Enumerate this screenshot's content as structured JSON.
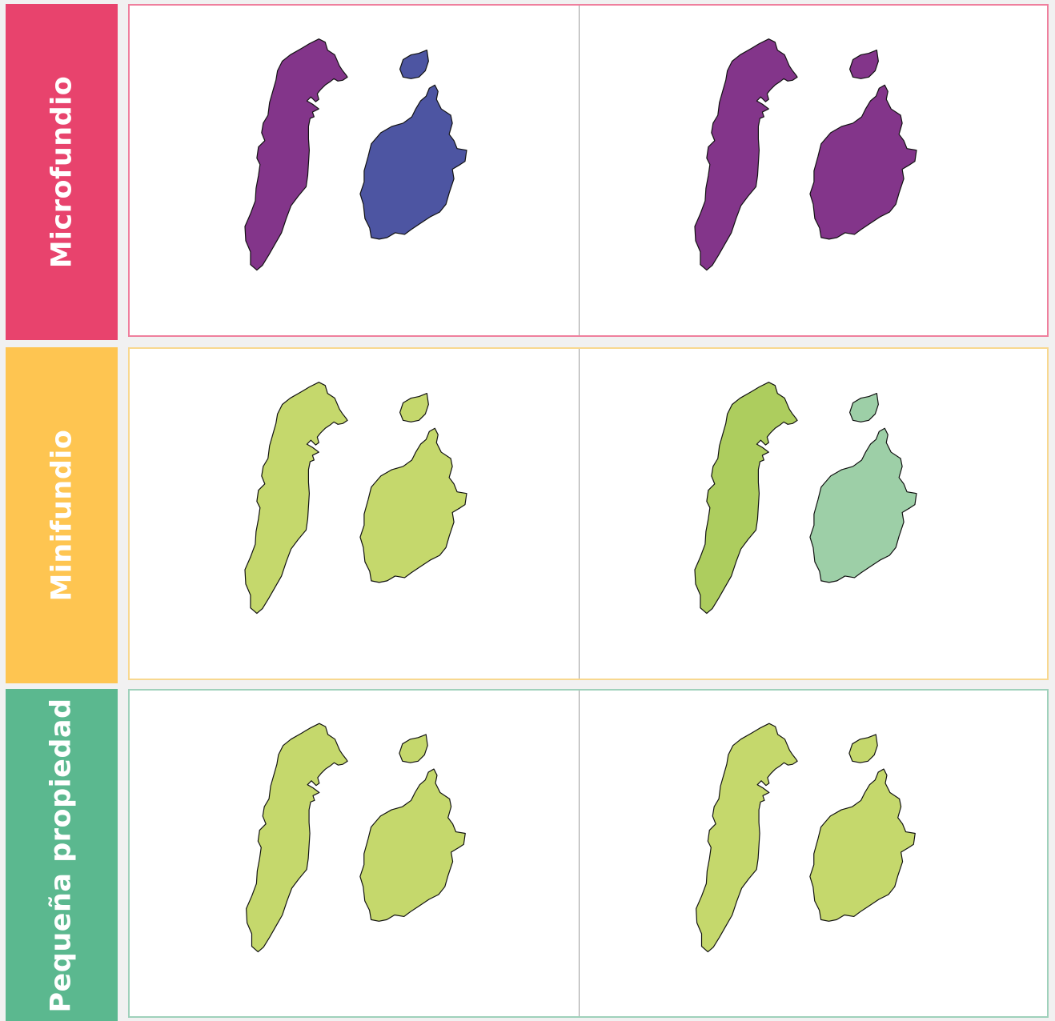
{
  "rows": [
    {
      "label": "Microfundio",
      "label_color": "#e8436d",
      "border_color": "#ef7f9d",
      "maps": [
        {
          "island_west_color": "#83358a",
          "island_east_color": "#4d55a2"
        },
        {
          "island_west_color": "#83358a",
          "island_east_color": "#83358a"
        }
      ]
    },
    {
      "label": "Minifundio",
      "label_color": "#fec551",
      "border_color": "#f8d88f",
      "maps": [
        {
          "island_west_color": "#c5d86c",
          "island_east_color": "#c5d86c"
        },
        {
          "island_west_color": "#adcd5e",
          "island_east_color": "#9dcfa7"
        }
      ]
    },
    {
      "label": "Pequeña propiedad",
      "label_color": "#5bb88f",
      "border_color": "#9fd1bb",
      "maps": [
        {
          "island_west_color": "#c5d86c",
          "island_east_color": "#c5d86c"
        },
        {
          "island_west_color": "#c5d86c",
          "island_east_color": "#c5d86c"
        }
      ]
    }
  ]
}
